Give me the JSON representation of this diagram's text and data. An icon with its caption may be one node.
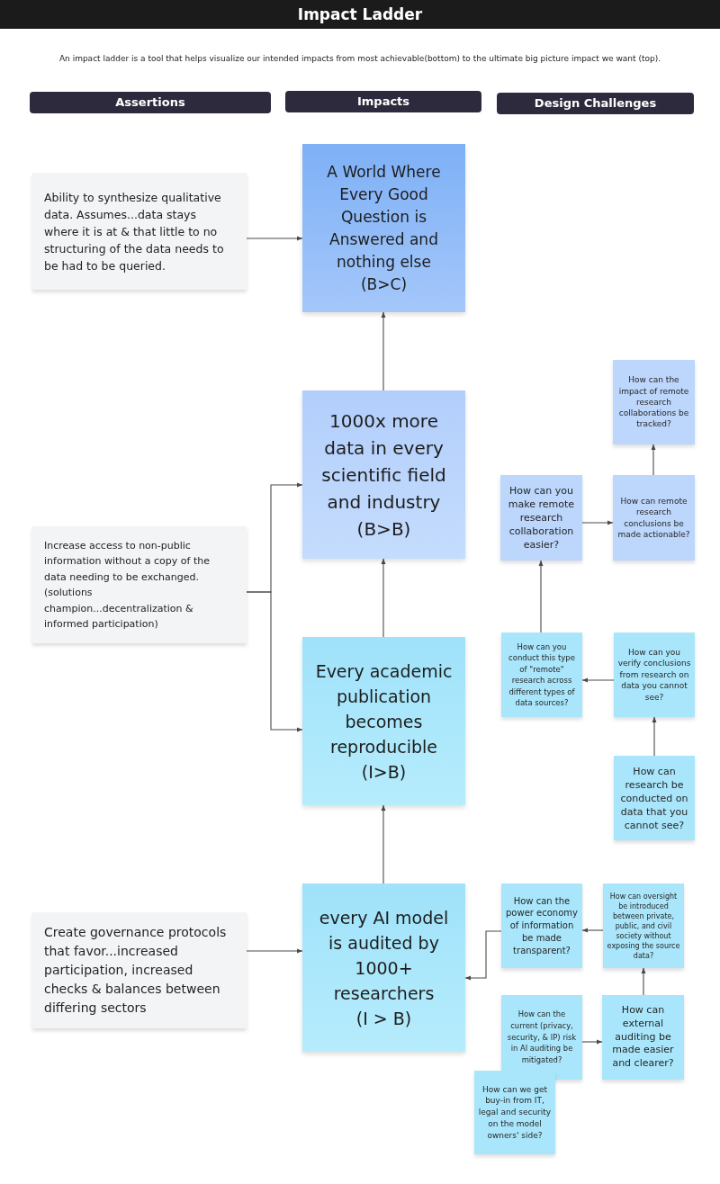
{
  "diagram": {
    "title": "Impact Ladder",
    "caption": "An impact ladder is a tool that helps visualize our intended impacts from most achievable(bottom) to the ultimate big picture impact we want (top).",
    "nodes": [
      {
        "text": [
          "Assertions"
        ]
      },
      {
        "text": [
          "Impacts"
        ]
      },
      {
        "text": [
          "Design Challenges"
        ]
      },
      {
        "text": [
          "Ability to synthesize qualitative data. Assumes...data stays where it is at & that little to no structuring of the data needs to be had to be queried."
        ]
      },
      {
        "text": [
          "A World Where Every Good Question is Answered and nothing else",
          "(B>C)"
        ]
      },
      {
        "text": [
          "1000x more data in every scientific field and industry",
          "(B>B)"
        ]
      },
      {
        "text": [
          "How can the impact of remote research collaborations be tracked?"
        ]
      },
      {
        "text": [
          "How can you make remote research collaboration easier?"
        ]
      },
      {
        "text": [
          "How can remote research conclusions be made actionable?"
        ]
      },
      {
        "text": [
          "Increase access to non-public information without a copy of the data needing to be exchanged. (solutions champion...decentralization & informed participation)"
        ]
      },
      {
        "text": [
          "Every academic publication becomes reproducible",
          "(I>B)"
        ]
      },
      {
        "text": [
          "How can you conduct this type of \"remote\" research across different types of data sources?"
        ]
      },
      {
        "text": [
          "How can you verify conclusions from research on data you cannot see?"
        ]
      },
      {
        "text": [
          "How can research be conducted on data that you cannot see?"
        ]
      },
      {
        "text": [
          "How can the power economy of information be made transparent?"
        ]
      },
      {
        "text": [
          "How can oversight be introduced between private, public, and civil society without exposing the source data?"
        ]
      },
      {
        "text": [
          "Create governance protocols that favor...increased participation, increased checks & balances between differing sectors"
        ]
      },
      {
        "text": [
          "every AI model is audited by 1000+ researchers",
          "(I > B)"
        ]
      },
      {
        "text": [
          "How can the current (privacy, security, & IP) risk in AI auditing be mitigated?"
        ]
      },
      {
        "text": [
          "How can external auditing be made easier and clearer?"
        ]
      },
      {
        "text": [
          "How can we get buy-in from IT, legal and security on the model owners' side?"
        ]
      }
    ],
    "edges": [
      {
        "from": 3,
        "to": 4,
        "arrow": "to"
      },
      {
        "from": 5,
        "to": 4,
        "arrow": "to"
      },
      {
        "from": 9,
        "to": 5,
        "arrow": "to"
      },
      {
        "from": 9,
        "to": 10,
        "arrow": "to"
      },
      {
        "from": 10,
        "to": 5,
        "arrow": "to"
      },
      {
        "from": 16,
        "to": 17,
        "arrow": "to"
      },
      {
        "from": 17,
        "to": 10,
        "arrow": "to"
      },
      {
        "from": 7,
        "to": 8,
        "arrow": "to"
      },
      {
        "from": 8,
        "to": 6,
        "arrow": "to"
      },
      {
        "from": 11,
        "to": 7,
        "arrow": "to"
      },
      {
        "from": 12,
        "to": 11,
        "arrow": "to"
      },
      {
        "from": 13,
        "to": 12,
        "arrow": "to"
      },
      {
        "from": 15,
        "to": 14,
        "arrow": "to"
      },
      {
        "from": 14,
        "to": 17,
        "arrow": "to"
      },
      {
        "from": 18,
        "to": 19,
        "arrow": "to"
      },
      {
        "from": 19,
        "to": 15,
        "arrow": "to"
      }
    ]
  }
}
